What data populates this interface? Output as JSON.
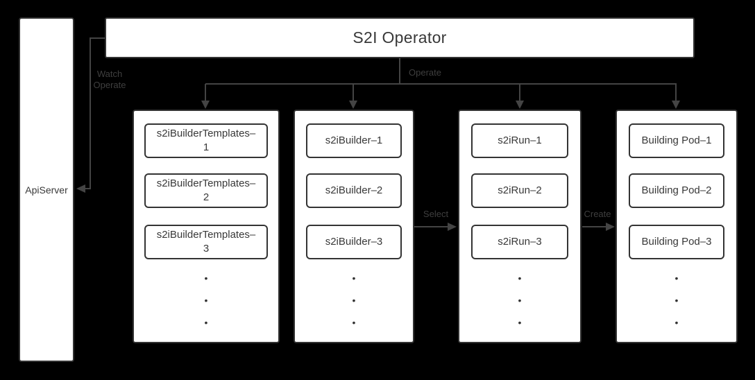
{
  "diagram": {
    "operator": {
      "label": "S2I Operator"
    },
    "api_server": {
      "label": "ApiServer"
    },
    "edges": {
      "watch_operate": "Watch\nOperate",
      "operate": "Operate",
      "select": "Select",
      "create": "Create"
    },
    "ellipsis_dot": "•",
    "columns": [
      {
        "items": [
          "s2iBuilderTemplates–\n1",
          "s2iBuilderTemplates–\n2",
          "s2iBuilderTemplates–\n3"
        ]
      },
      {
        "items": [
          "s2iBuilder–1",
          "s2iBuilder–2",
          "s2iBuilder–3"
        ]
      },
      {
        "items": [
          "s2iRun–1",
          "s2iRun–2",
          "s2iRun–3"
        ]
      },
      {
        "items": [
          "Building Pod–1",
          "Building Pod–2",
          "Building Pod–3"
        ]
      }
    ],
    "colors": {
      "background": "#000000",
      "node_fill": "#ffffff",
      "node_border": "#333333",
      "node_text": "#383838",
      "edge_line": "#444444",
      "edge_label": "#3f3f3f"
    }
  }
}
